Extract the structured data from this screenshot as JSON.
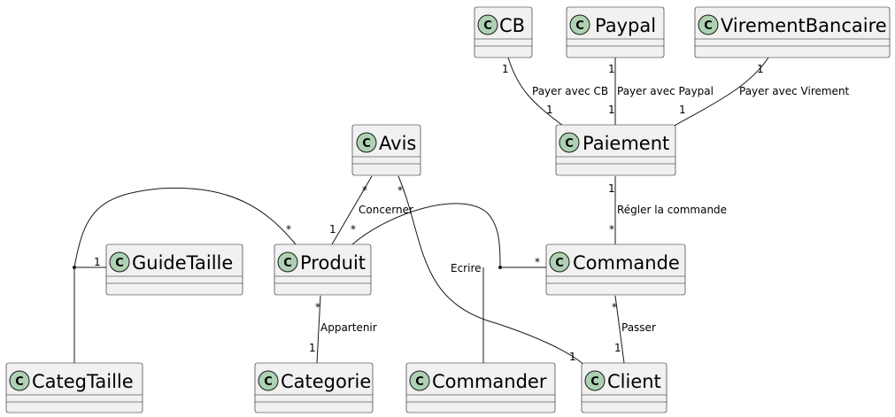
{
  "diagram": {
    "classes": {
      "cb": "CB",
      "paypal": "Paypal",
      "virement": "VirementBancaire",
      "avis": "Avis",
      "paiement": "Paiement",
      "guidetaille": "GuideTaille",
      "produit": "Produit",
      "commande": "Commande",
      "categtaille": "CategTaille",
      "categorie": "Categorie",
      "commander": "Commander",
      "client": "Client"
    },
    "stereotype_letter": "C",
    "relations": {
      "cb_paiement": {
        "label": "Payer avec CB",
        "from_mult": "1",
        "to_mult": "1"
      },
      "paypal_paiement": {
        "label": "Payer avec Paypal",
        "from_mult": "1",
        "to_mult": "1"
      },
      "virement_paiement": {
        "label": "Payer avec Virement",
        "from_mult": "1",
        "to_mult": "1"
      },
      "paiement_commande": {
        "label": "Régler la commande",
        "from_mult": "1",
        "to_mult": "*"
      },
      "avis_produit": {
        "label": "Concerner",
        "from_mult": "*",
        "to_mult": "1"
      },
      "avis_client": {
        "label": "Ecrire",
        "from_mult": "*",
        "to_mult": "1"
      },
      "produit_categorie": {
        "label": "Appartenir",
        "from_mult": "*",
        "to_mult": "1"
      },
      "commande_client": {
        "label": "Passer",
        "from_mult": "*",
        "to_mult": "1"
      },
      "guidetaille_assoc": {
        "mult_guide": "1",
        "mult_produit": "*"
      },
      "commander_assoc": {
        "mult_produit": "*",
        "mult_commande": "*"
      }
    }
  }
}
